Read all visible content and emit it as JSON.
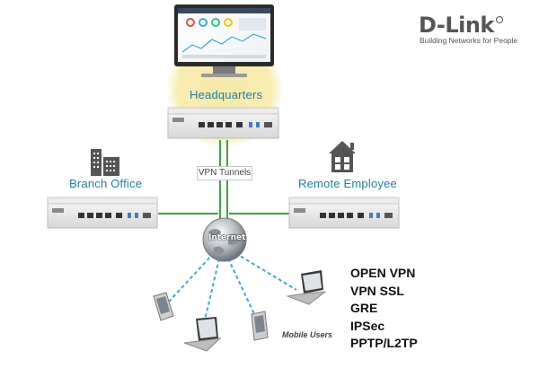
{
  "brand": {
    "name": "D-Link",
    "tagline": "Building Networks for People"
  },
  "nodes": {
    "headquarters": "Headquarters",
    "branch_office": "Branch Office",
    "remote_employee": "Remote Employee",
    "internet": "Internet",
    "mobile_users": "Mobile Users"
  },
  "links": {
    "vpn_tunnels": "VPN Tunnels"
  },
  "protocols": [
    "OPEN VPN",
    "VPN SSL",
    "GRE",
    "IPSec",
    "PPTP/L2TP"
  ],
  "colors": {
    "label_blue": "#1e7fa6",
    "hq_glow": "#f7eaa8",
    "tunnel_green": "#3aa542",
    "mobile_dash": "#3ea6df",
    "device_gray": "#e3e3e3"
  },
  "icons": [
    "monitor-icon",
    "router-icon",
    "building-icon",
    "house-icon",
    "globe-icon",
    "laptop-icon",
    "pda-icon",
    "logo-icon"
  ]
}
